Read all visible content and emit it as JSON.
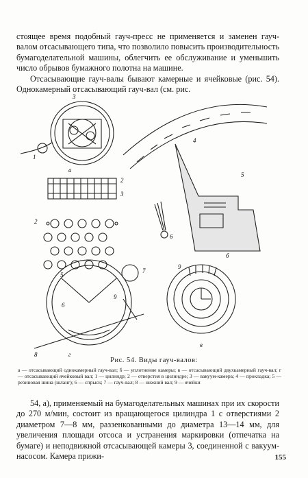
{
  "intro": {
    "line1": "стоящее время подобный гауч-пресс не применяется и заменен гауч-валом отсасывающего типа, что позволило повысить производительность бумагоделательной машины, облегчить ее обслуживание и уменьшить число обрывов бумажного полотна на машине.",
    "line2": "Отсасывающие гауч-валы бывают камерные и ячейковые (рис. 54). Однокамерный отсасывающий гауч-вал (см. рис."
  },
  "figure": {
    "labels": {
      "top_left": "а",
      "top_left_3": "3",
      "top_left_1": "1",
      "top_left_2": "2",
      "middle_2": "2",
      "middle_3": "3",
      "middle_a": "а",
      "right_4": "4",
      "right_5": "5",
      "right_6": "6",
      "bottom_left_7": "7",
      "bottom_left_8": "8",
      "bottom_left_6": "6",
      "bottom_left_5": "5",
      "bottom_left_9": "9",
      "bottom_left_g": "г",
      "bottom_right_9": "9",
      "bottom_right_b": "б",
      "bottom_right_v": "в"
    }
  },
  "caption": {
    "title": "Рис. 54. Виды гауч-валов:",
    "legend": "а — отсасывающий однокамерный гауч-вал; б — уплотнение камеры; в — отсасывающий двухкамерный гауч-вал; г — отсасывающий ячейковый вал; 1 — цилиндр; 2 — отверстия в цилиндре; 3 — вакуум-камера; 4 — прокладка; 5 — резиновая шина (шланг); 6 — спрыск; 7 — гауч-вал; 8 — нижний вал; 9 — ячейки"
  },
  "body_bottom": "54, а), применяемый на бумагоделательных машинах при их скорости до 270 м/мин, состоит из вращающегося цилиндра 1 с отверстиями 2 диаметром 7—8 мм, раззенкованными до диаметра 13—14 мм, для увеличения площади отсоса и устранения маркировки (отпечатка на бумаге) и неподвижной отсасывающей камеры 3, соединенной с вакуум-насосом. Камера прижи-",
  "page_number": "155"
}
